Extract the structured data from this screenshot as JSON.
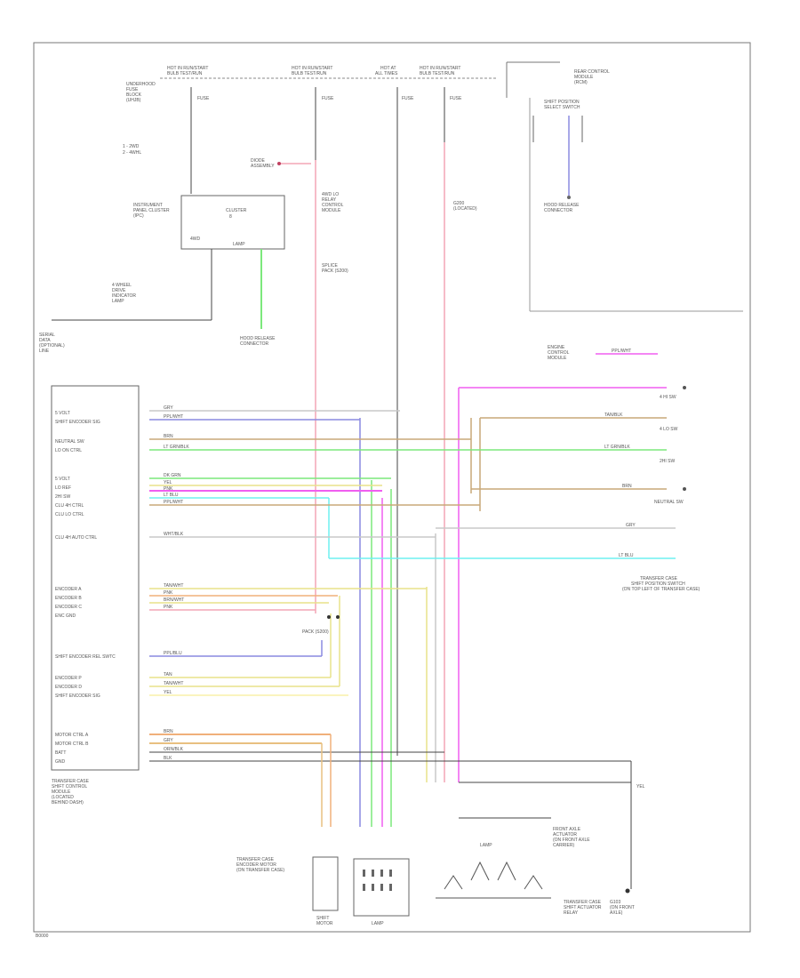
{
  "top_labels": {
    "hot_run_start_1": "HOT IN RUN/START",
    "hot_run_start_1_sub": "BULB TEST/RUN",
    "hot_run_start_2": "HOT IN RUN/START",
    "hot_run_start_2_sub": "BULB TEST/RUN",
    "hot_at_all": "HOT AT",
    "hot_at_all_sub": "ALL TIMES",
    "hot_run_start_3": "HOT IN RUN/START",
    "hot_run_start_3_sub": "BULB TEST/RUN",
    "underhood": "UNDERHOOD",
    "underhood_2": "FUSE",
    "underhood_3": "BLOCK",
    "underhood_4": "(UHJB)",
    "fuse_1": "FUSE",
    "fuse_2": "FUSE",
    "fuse_3": "FUSE",
    "fuse_4": "FUSE",
    "rear_control": "REAR CONTROL",
    "rear_control_2": "MODULE",
    "rear_control_3": "(RCM)",
    "shift_module": "SHIFT POSITION",
    "shift_module_2": "SELECT SWITCH",
    "shift_ground": "HOOD RELEASE",
    "shift_ground_2": "CONNECTOR"
  },
  "left_labels": {
    "legend_1": "1 - 2WD",
    "legend_2": "2 - 4WHL",
    "ipc_label": "INSTRUMENT",
    "ipc_label_2": "PANEL CLUSTER",
    "ipc_label_3": "(IPC)",
    "ipc_inner": "CLUSTER",
    "ipc_pin": "8",
    "ipc_bottom_l": "4WD",
    "ipc_bottom_r": "LAMP",
    "ground_lbl": "HOOD RELEASE",
    "ground_lbl_2": "CONNECTOR",
    "bcm_lbl": "4 WHEEL",
    "bcm_lbl_2": "DRIVE",
    "bcm_lbl_3": "INDICATOR",
    "bcm_lbl_4": "LAMP",
    "data_lbl": "SERIAL",
    "data_lbl_2": "DATA",
    "data_lbl_3": "(OPTIONAL)",
    "data_lbl_4": "LINE"
  },
  "mid_labels": {
    "diode": "DIODE",
    "diode_2": "ASSEMBLY",
    "relay_4": "4WD LO",
    "relay_4b": "RELAY",
    "relay_4c": "CONTROL",
    "relay_4d": "MODULE",
    "connector_lbl": "SPLICE",
    "connector_lbl_2": "PACK (S200)",
    "g_lbl": "G200",
    "g_lbl_2": "(LOCATED)"
  },
  "module": {
    "title_1": "TRANSFER CASE",
    "title_2": "SHIFT CONTROL",
    "title_3": "MODULE",
    "title_4": "(LOCATED",
    "title_5": "BEHIND DASH)",
    "pins": [
      "5 VOLT",
      "SHIFT ENCODER SIG",
      "NEUTRAL SW",
      "LO ON CTRL",
      "5 VOLT",
      "LO REF",
      "2HI SW",
      "CLU 4H CTRL",
      "CLU LO CTRL",
      "CLU 4H AUTO CTRL",
      "ENCODER A",
      "ENCODER B",
      "ENCODER C",
      "ENC GND",
      "SHIFT ENCODER REL SWTC",
      "ENCODER P",
      "ENCODER D",
      "SHIFT ENCODER SIG",
      "MOTOR CTRL A",
      "MOTOR CTRL B",
      "BATT",
      "GND"
    ]
  },
  "wires": [
    "GRY",
    "PPL/WHT",
    "BRN",
    "LT GRN/BLK",
    "DK GRN",
    "YEL",
    "PNK",
    "LT BLU",
    "PPL/WHT",
    "WHT/BLK",
    "TAN/WHT",
    "PNK",
    "BRN/WHT",
    "PNK",
    "PPL/BLU",
    "TAN",
    "TAN/WHT",
    "YEL",
    "BRN",
    "GRY",
    "ORN/BLK",
    "BLK"
  ],
  "right_labels": {
    "wire_ppl": "PPL/WHT",
    "wire_tan": "TAN/BLK",
    "wire_ltgrn": "LT GRN/BLK",
    "wire_brn": "BRN",
    "wire_gry": "GRY",
    "wire_ltblu": "LT BLU",
    "sw_1": "4 HI SW",
    "sw_2": "4 LO SW",
    "sw_3": "2HI SW",
    "sw_4": "NEUTRAL SW",
    "ecm_1": "ENGINE",
    "ecm_2": "CONTROL",
    "ecm_3": "MODULE",
    "tc_1": "TRANSFER CASE",
    "tc_2": "SHIFT POSITION SWITCH",
    "tc_3": "(ON TOP LEFT OF TRANSFER CASE)"
  },
  "bottom_labels": {
    "tcm_1": "TRANSFER CASE",
    "tcm_2": "ENCODER MOTOR",
    "tcm_3": "(ON TRANSFER CASE)",
    "motor_1": "SHIFT",
    "motor_2": "MOTOR",
    "enc_box": "LAMP",
    "relay_1": "FRONT AXLE",
    "relay_2": "ACTUATOR",
    "relay_3": "(ON FRONT AXLE",
    "relay_4": "CARRIER)",
    "relay_sw": "LAMP",
    "g_1": "TRANSFER CASE",
    "g_2": "SHIFT ACTUATOR",
    "g_3": "RELAY",
    "g_4": "G103",
    "g_5": "(ON FRONT",
    "g_6": "AXLE)",
    "wire_yel": "YEL",
    "footer": "B0000"
  },
  "colors": {
    "pink": "#f4a6b6",
    "blue": "#8a8ae0",
    "green": "#7ce87c",
    "yellow": "#e8e28a",
    "orange": "#f0b07a",
    "magenta": "#f05ef0",
    "tan": "#c8a878",
    "cyan": "#6ef0f0",
    "gray": "#c8c8c8"
  }
}
